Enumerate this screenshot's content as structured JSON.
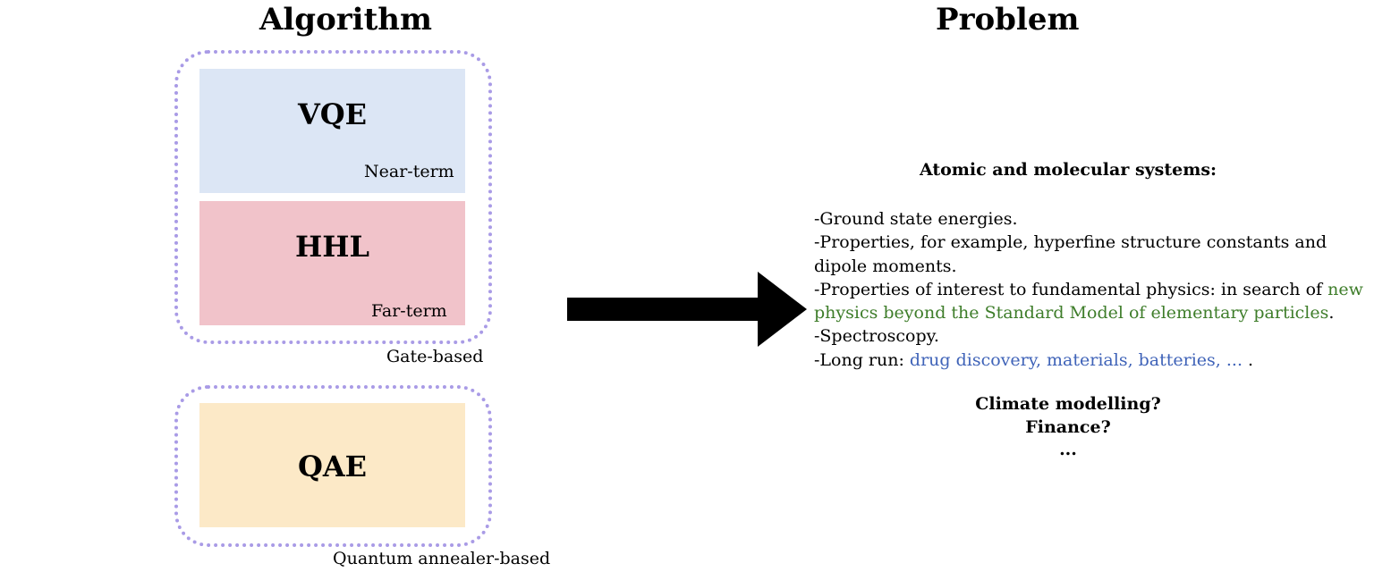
{
  "headings": {
    "algorithm": "Algorithm",
    "problem": "Problem"
  },
  "algorithms": {
    "vqe": {
      "label": "VQE",
      "sub": "Near-term"
    },
    "hhl": {
      "label": "HHL",
      "sub": "Far-term"
    },
    "qae": {
      "label": "QAE"
    },
    "gate_caption": "Gate-based",
    "annealer_caption": "Quantum annealer-based"
  },
  "problem": {
    "atomic_title": "Atomic and molecular systems:",
    "line1": "-Ground state energies.",
    "line2": "-Properties, for example, hyperfine structure constants and",
    "line3": "dipole moments.",
    "line4_a": "-Properties of interest to fundamental physics:  in search of ",
    "line4_b": "new",
    "line5_a": "physics beyond the Standard Model of elementary particles",
    "line5_b": ".",
    "line6": "-Spectroscopy.",
    "line7_a": "-Long run: ",
    "line7_b": "drug discovery, materials, batteries, ...",
    "line7_c": " .",
    "climate": "Climate modelling?",
    "finance": "Finance?",
    "ellipsis": "..."
  },
  "colors": {
    "gate_group_border": "#a99be6",
    "vqe_fill": "#dce6f5",
    "hhl_fill": "#f1c3ca",
    "qae_fill": "#fce9c7",
    "green_text": "#3e7d2a",
    "blue_text": "#3f63b8",
    "arrow": "#000000"
  },
  "icons": {
    "arrow": "right-arrow-icon"
  }
}
